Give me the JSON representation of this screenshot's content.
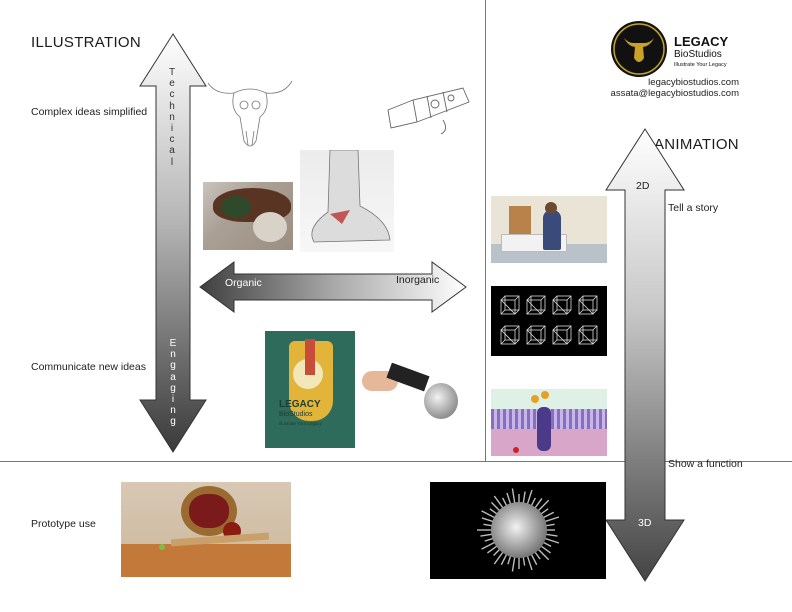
{
  "illustration": {
    "title": "ILLUSTRATION",
    "row_complex": "Complex ideas simplified",
    "row_communicate": "Communicate new ideas",
    "row_prototype": "Prototype use",
    "axis_top": "Technical",
    "axis_bottom": "Engaging",
    "axis_left": "Organic",
    "axis_right": "Inorganic"
  },
  "animation": {
    "title": "ANIMATION",
    "axis_top": "2D",
    "axis_bottom": "3D",
    "row_story": "Tell a story",
    "row_function": "Show a function"
  },
  "brand": {
    "name": "LEGACY",
    "sub": "BioStudios",
    "tagline": "Illustrate Your Legacy",
    "website": "legacybiostudios.com",
    "email": "assata@legacybiostudios.com",
    "accent": "#c9a227"
  },
  "poster": {
    "name": "LEGACY",
    "sub": "BioStudios",
    "tagline": "Illustrate Your Legacy"
  },
  "icons": [
    "bull-skull-sketch",
    "device-sketch",
    "saddle-photo",
    "ankle-sketch",
    "anatomy-poster",
    "drill-device",
    "clinic-scene",
    "wireframe-cubes",
    "cell-membrane",
    "virus-render",
    "prototype-scene"
  ]
}
